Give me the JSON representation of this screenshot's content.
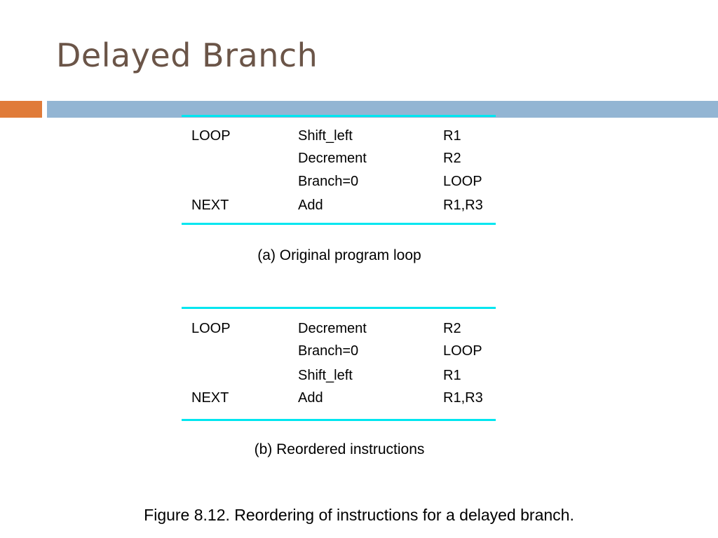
{
  "title": "Delayed Branch",
  "colors": {
    "title": "#6b5548",
    "accent_orange": "#e07b39",
    "accent_blue": "#93b5d3",
    "rule": "#00e6f0"
  },
  "figure_a": {
    "rows": [
      {
        "label": "LOOP",
        "op": "Shift_left",
        "arg": "R1"
      },
      {
        "label": "",
        "op": "Decrement",
        "arg": "R2"
      },
      {
        "label": "",
        "op": "Branch=0",
        "arg": "LOOP"
      },
      {
        "label": "NEXT",
        "op": "Add",
        "arg": "R1,R3"
      }
    ],
    "caption": "(a) Original program loop"
  },
  "figure_b": {
    "rows": [
      {
        "label": "LOOP",
        "op": "Decrement",
        "arg": "R2"
      },
      {
        "label": "",
        "op": "Branch=0",
        "arg": "LOOP"
      },
      {
        "label": "",
        "op": "Shift_left",
        "arg": "R1"
      },
      {
        "label": "NEXT",
        "op": "Add",
        "arg": "R1,R3"
      }
    ],
    "caption": "(b) Reordered instructions"
  },
  "figure_caption": "Figure 8.12. Reordering of instructions for a delayed branch."
}
